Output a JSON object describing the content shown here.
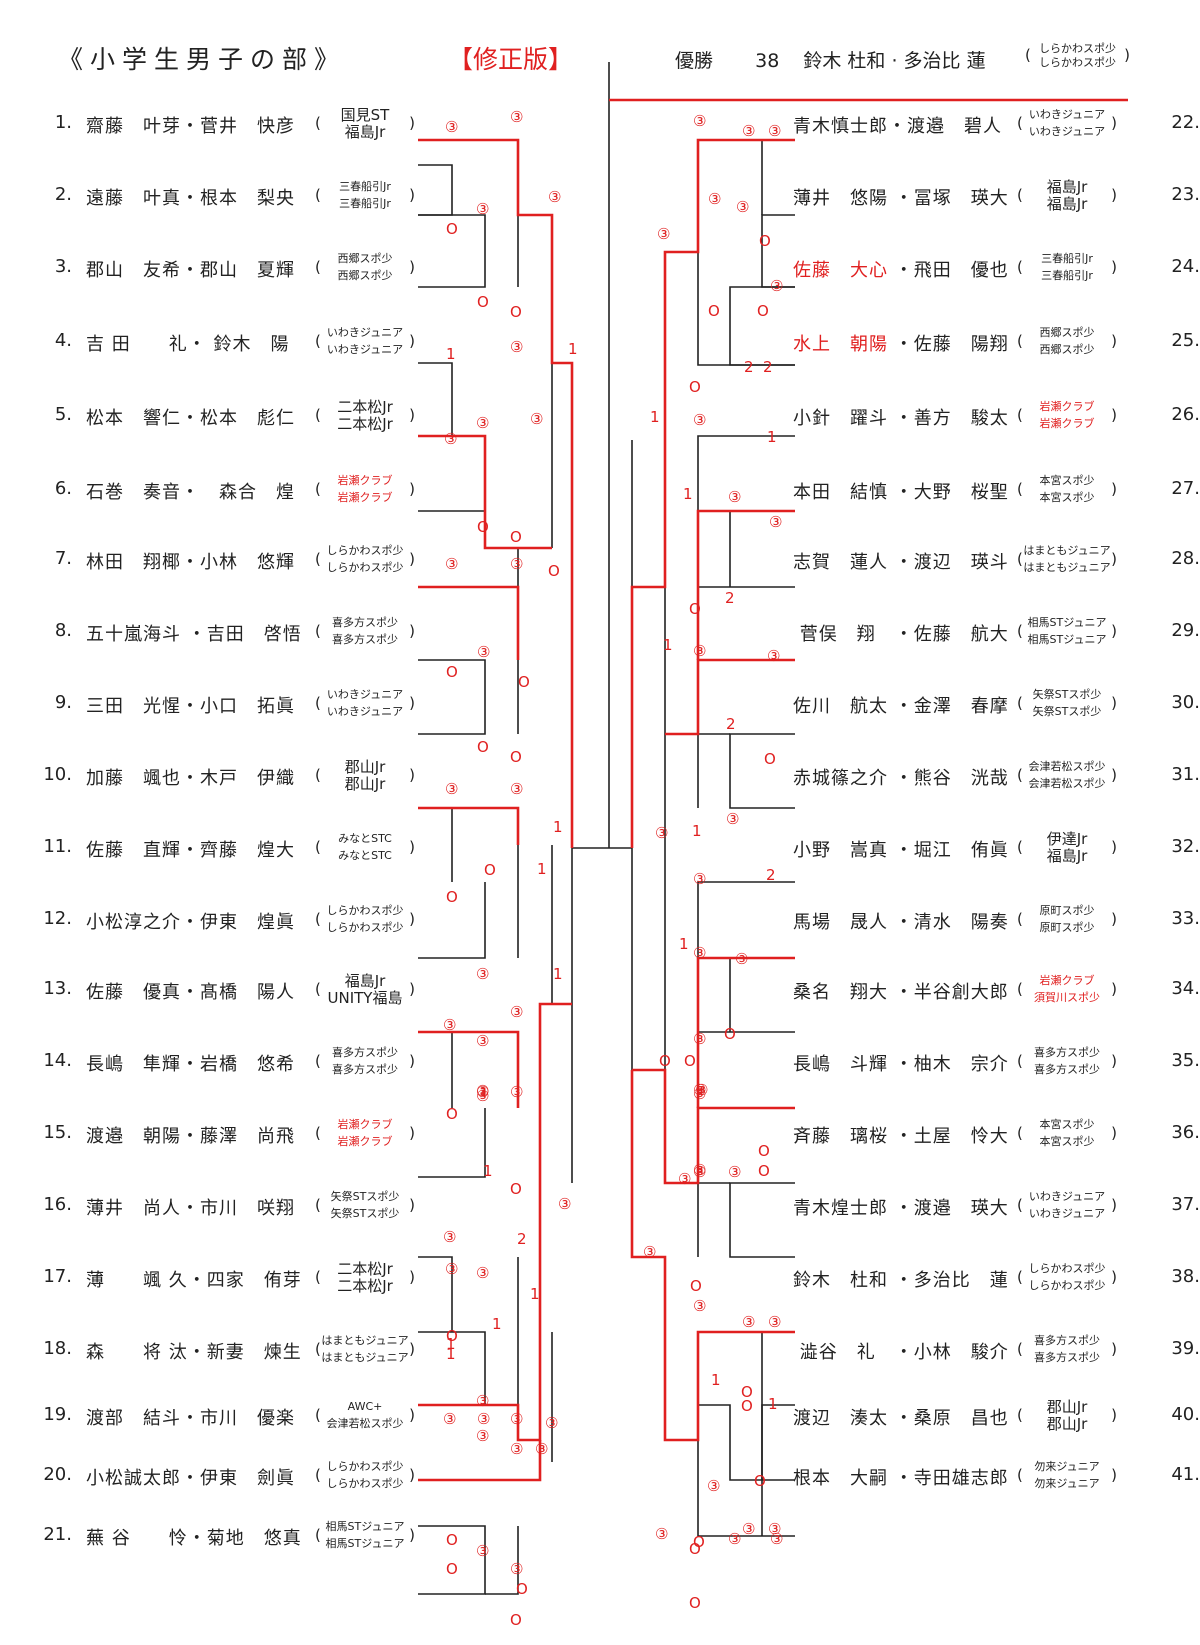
{
  "header": {
    "title": "《小学生男子の部》",
    "revision": "【修正版】",
    "champion_label": "優勝",
    "champion_seed": "38",
    "champion_names": "鈴木 杜和 · 多治比 蓮",
    "champion_club1": "しらかわスポ少",
    "champion_club2": "しらかわスポ少"
  },
  "colors": {
    "winner": "#e02020",
    "line": "#222222"
  },
  "left_entries": [
    {
      "seed": "1.",
      "names": "齋藤　叶芽・菅井　快彦",
      "club1": "国見ST",
      "club2": "福島Jr",
      "big": true
    },
    {
      "seed": "2.",
      "names": "遠藤　叶真・根本　梨央",
      "club1": "三春船引Jr",
      "club2": "三春船引Jr"
    },
    {
      "seed": "3.",
      "names": "郡山　友希・郡山　夏輝",
      "club1": "西郷スポ少",
      "club2": "西郷スポ少"
    },
    {
      "seed": "4.",
      "names": "吉 田　　礼・ 鈴木　陽",
      "club1": "いわきジュニア",
      "club2": "いわきジュニア"
    },
    {
      "seed": "5.",
      "names": "松本　響仁・松本　彪仁",
      "club1": "二本松Jr",
      "club2": "二本松Jr",
      "big": true
    },
    {
      "seed": "6.",
      "names": "石巻　奏音・　森合　煌",
      "club1": "岩瀬クラブ",
      "club2": "岩瀬クラブ",
      "clubRed": true
    },
    {
      "seed": "7.",
      "names": "林田　翔椰・小林　悠輝",
      "club1": "しらかわスポ少",
      "club2": "しらかわスポ少"
    },
    {
      "seed": "8.",
      "names": "五十嵐海斗 ・吉田　啓悟",
      "club1": "喜多方スポ少",
      "club2": "喜多方スポ少"
    },
    {
      "seed": "9.",
      "names": "三田　光惺・小口　拓眞",
      "club1": "いわきジュニア",
      "club2": "いわきジュニア"
    },
    {
      "seed": "10.",
      "names": "加藤　颯也・木戸　伊織",
      "club1": "郡山Jr",
      "club2": "郡山Jr",
      "big": true
    },
    {
      "seed": "11.",
      "names": "佐藤　直輝・齊藤　煌大",
      "club1": "みなとSTC",
      "club2": "みなとSTC"
    },
    {
      "seed": "12.",
      "names": "小松淳之介・伊東　煌眞",
      "club1": "しらかわスポ少",
      "club2": "しらかわスポ少"
    },
    {
      "seed": "13.",
      "names": "佐藤　優真・髙橋　陽人",
      "club1": "福島Jr",
      "club2": "UNITY福島",
      "big": true
    },
    {
      "seed": "14.",
      "names": "長嶋　隼輝・岩橋　悠希",
      "club1": "喜多方スポ少",
      "club2": "喜多方スポ少"
    },
    {
      "seed": "15.",
      "names": "渡邉　朝陽・藤澤　尚飛",
      "club1": "岩瀬クラブ",
      "club2": "岩瀬クラブ",
      "clubRed": true
    },
    {
      "seed": "16.",
      "names": "薄井　尚人・市川　咲翔",
      "club1": "矢祭STスポ少",
      "club2": "矢祭STスポ少"
    },
    {
      "seed": "17.",
      "names": "薄　　颯 久・四家　侑芽",
      "club1": "二本松Jr",
      "club2": "二本松Jr",
      "big": true
    },
    {
      "seed": "18.",
      "names": "森　　将 汰・新妻　煉生",
      "club1": "はまともジュニア",
      "club2": "はまともジュニア"
    },
    {
      "seed": "19.",
      "names": "渡部　結斗・市川　優楽",
      "club1": "AWC+",
      "club2": "会津若松スポ少"
    },
    {
      "seed": "20.",
      "names": "小松誠太郎・伊東　劍眞",
      "club1": "しらかわスポ少",
      "club2": "しらかわスポ少"
    },
    {
      "seed": "21.",
      "names": "蕪 谷　　怜・菊地　悠真",
      "club1": "相馬STジュニア",
      "club2": "相馬STジュニア"
    }
  ],
  "right_entries": [
    {
      "seed": "22.",
      "names": "青木慎士郎・渡邉　碧人",
      "club1": "いわきジュニア",
      "club2": "いわきジュニア"
    },
    {
      "seed": "23.",
      "names": "薄井　悠陽 ・冨塚　瑛大",
      "club1": "福島Jr",
      "club2": "福島Jr",
      "big": true
    },
    {
      "seed": "24.",
      "names_red": "佐藤　大心",
      "names_rest": " ・飛田　優也",
      "club1": "三春船引Jr",
      "club2": "三春船引Jr"
    },
    {
      "seed": "25.",
      "names_red": "水上　朝陽",
      "names_rest": " ・佐藤　陽翔",
      "club1": "西郷スポ少",
      "club2": "西郷スポ少"
    },
    {
      "seed": "26.",
      "names": "小針　躍斗 ・善方　駿太",
      "club1": "岩瀬クラブ",
      "club2": "岩瀬クラブ",
      "clubRed": true
    },
    {
      "seed": "27.",
      "names": "本田　結慎 ・大野　桜聖",
      "club1": "本宮スポ少",
      "club2": "本宮スポ少"
    },
    {
      "seed": "28.",
      "names": "志賀　蓮人 ・渡辺　瑛斗",
      "club1": "はまともジュニア",
      "club2": "はまともジュニア"
    },
    {
      "seed": "29.",
      "names": " 菅俣　翔　・佐藤　航大",
      "club1": "相馬STジュニア",
      "club2": "相馬STジュニア"
    },
    {
      "seed": "30.",
      "names": "佐川　航太 ・金澤　春摩",
      "club1": "矢祭STスポ少",
      "club2": "矢祭STスポ少"
    },
    {
      "seed": "31.",
      "names": "赤城篠之介 ・熊谷　洸哉",
      "club1": "会津若松スポ少",
      "club2": "会津若松スポ少"
    },
    {
      "seed": "32.",
      "names": "小野　嵩真 ・堀江　侑眞",
      "club1": "伊達Jr",
      "club2": "福島Jr",
      "big": true
    },
    {
      "seed": "33.",
      "names": "馬場　晟人 ・清水　陽奏",
      "club1": "原町スポ少",
      "club2": "原町スポ少"
    },
    {
      "seed": "34.",
      "names": "桑名　翔大 ・半谷創大郎",
      "club1": "岩瀬クラブ",
      "club2": "須賀川スポ少",
      "clubRed": true
    },
    {
      "seed": "35.",
      "names": "長嶋　斗輝 ・柚木　宗介",
      "club1": "喜多方スポ少",
      "club2": "喜多方スポ少"
    },
    {
      "seed": "36.",
      "names": "斉藤　璃桜 ・土屋　怜大",
      "club1": "本宮スポ少",
      "club2": "本宮スポ少"
    },
    {
      "seed": "37.",
      "names": "青木煌士郎 ・渡邉　瑛大",
      "club1": "いわきジュニア",
      "club2": "いわきジュニア"
    },
    {
      "seed": "38.",
      "names": "鈴木　杜和 ・多治比　蓮",
      "club1": "しらかわスポ少",
      "club2": "しらかわスポ少"
    },
    {
      "seed": "39.",
      "names": " 澁谷　礼　・小林　駿介",
      "club1": "喜多方スポ少",
      "club2": "喜多方スポ少"
    },
    {
      "seed": "40.",
      "names": "渡辺　湊太 ・桑原　昌也",
      "club1": "郡山Jr",
      "club2": "郡山Jr",
      "big": true
    },
    {
      "seed": "41.",
      "names": "根本　大嗣 ・寺田雄志郎",
      "club1": "勿来ジュニア",
      "club2": "勿来ジュニア"
    }
  ],
  "scores": [
    "③",
    "③",
    "③",
    "③",
    "③",
    "③",
    "③",
    "③",
    "③",
    "③",
    "③",
    "③",
    "③",
    "③",
    "③",
    "③",
    "③",
    "③",
    "③",
    "③",
    "③",
    "③",
    "③",
    "③",
    "③",
    "③",
    "③",
    "③",
    "③",
    "③",
    "③",
    "③",
    "③",
    "③",
    "③",
    "③",
    "③",
    "③",
    "③",
    "③",
    "③",
    "③",
    "③",
    "③",
    "③",
    "③",
    "③",
    "③",
    "③",
    "③",
    "③",
    "③",
    "③",
    "③",
    "③",
    "③",
    "③",
    "③",
    "③",
    "③",
    "③",
    "③",
    "③",
    "③",
    "③",
    "③",
    "③",
    "③",
    "③",
    "③",
    "O",
    "O",
    "O",
    "O",
    "O",
    "O",
    "O",
    "O",
    "O",
    "O",
    "O",
    "O",
    "O",
    "O",
    "O",
    "O",
    "O",
    "O",
    "O",
    "O",
    "O",
    "O",
    "O",
    "O",
    "O",
    "O",
    "O",
    "O",
    "O",
    "O",
    "O",
    "O",
    "O",
    "O",
    "O",
    "O",
    "O",
    "1",
    "1",
    "1",
    "1",
    "1",
    "1",
    "1",
    "1",
    "1",
    "1",
    "1",
    "1",
    "1",
    "1",
    "1",
    "1",
    "1",
    "1",
    "2",
    "2",
    "2",
    "2",
    "2",
    "2"
  ]
}
